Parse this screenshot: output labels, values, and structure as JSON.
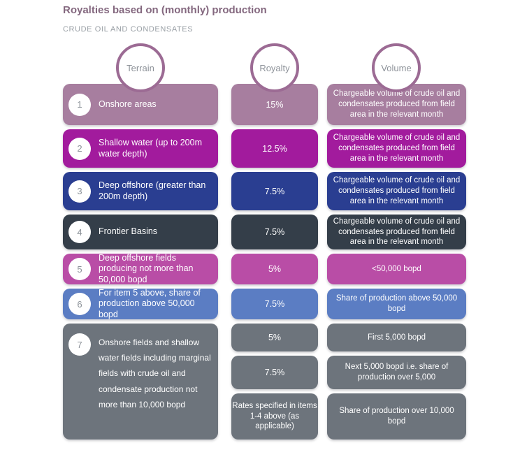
{
  "title": "Royalties based on (monthly) production",
  "subtitle": "CRUDE OIL AND CONDENSATES",
  "columns": [
    "Terrain",
    "Royalty",
    "Volume"
  ],
  "theme": {
    "title_color": "#84687f",
    "subtitle_color": "#9aa0a6",
    "circle_border": "#9c6b94",
    "header_label_color": "#8d9299",
    "number_color": "#8b9198",
    "box_text_color": "#ffffff",
    "page_bg": "#ffffff"
  },
  "rows": [
    {
      "num": "1",
      "terrain": "Onshore areas",
      "color": "#a77e9f",
      "royalty": [
        "15%"
      ],
      "volume": [
        "Chargeable volume of crude oil and condensates produced from field area in the relevant month"
      ]
    },
    {
      "num": "2",
      "terrain": "Shallow water (up to 200m water depth)",
      "color": "#a21b9d",
      "royalty": [
        "12.5%"
      ],
      "volume": [
        "Chargeable volume of crude oil and condensates produced from field area in the relevant month"
      ]
    },
    {
      "num": "3",
      "terrain": "Deep offshore (greater than 200m depth)",
      "color": "#2a3e91",
      "royalty": [
        "7.5%"
      ],
      "volume": [
        "Chargeable volume of crude oil and condensates produced from field area in the relevant month"
      ]
    },
    {
      "num": "4",
      "terrain": "Frontier Basins",
      "color": "#343e49",
      "royalty": [
        "7.5%"
      ],
      "volume": [
        "Chargeable volume of crude oil and condensates produced from field area in the relevant month"
      ]
    },
    {
      "num": "5",
      "terrain": "Deep offshore fields producing not more than 50,000 bopd",
      "color": "#b94da6",
      "royalty": [
        "5%"
      ],
      "volume": [
        "<50,000 bopd"
      ]
    },
    {
      "num": "6",
      "terrain": "For item 5 above, share of production above 50,000 bopd",
      "color": "#5b7dc3",
      "royalty": [
        "7.5%"
      ],
      "volume": [
        "Share of production above 50,000 bopd"
      ]
    },
    {
      "num": "7",
      "terrain": "Onshore fields and shallow water fields including marginal fields with crude oil and condensate production not more than 10,000 bopd",
      "color": "#6d747c",
      "royalty": [
        "5%",
        "7.5%",
        "Rates specified in items 1-4 above (as applicable)"
      ],
      "volume": [
        "First 5,000 bopd",
        "Next 5,000 bopd i.e. share of production over 5,000",
        "Share of production over 10,000 bopd"
      ]
    }
  ]
}
